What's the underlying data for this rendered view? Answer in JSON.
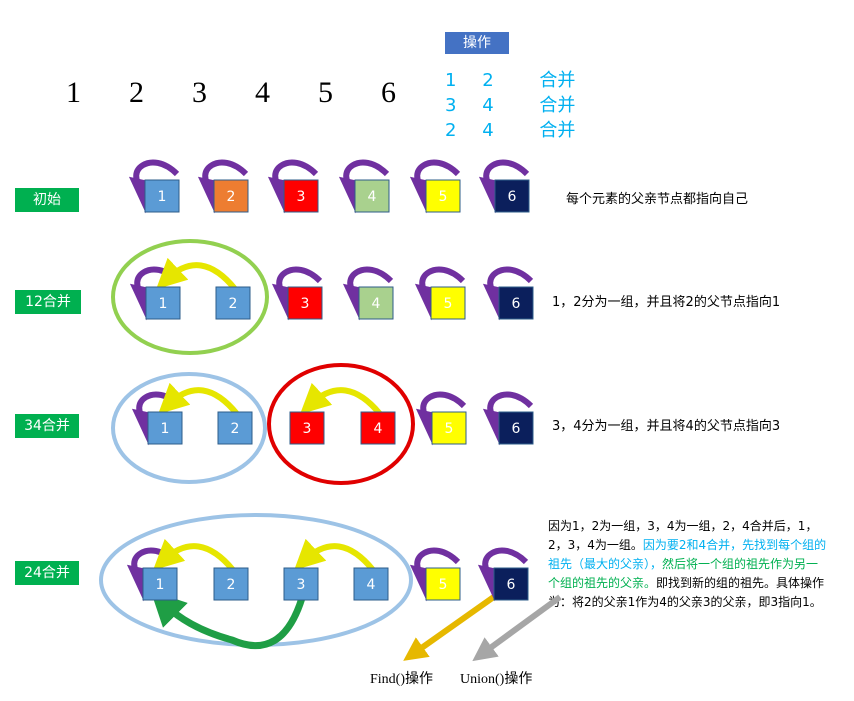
{
  "header_numbers": [
    "1",
    "2",
    "3",
    "4",
    "5",
    "6"
  ],
  "operations": {
    "title": "操作",
    "rows": [
      {
        "a": "1",
        "b": "2",
        "op": "合并"
      },
      {
        "a": "3",
        "b": "4",
        "op": "合并"
      },
      {
        "a": "2",
        "b": "4",
        "op": "合并"
      }
    ]
  },
  "stages": [
    {
      "label": "初始",
      "note": "每个元素的父亲节点都指向自己"
    },
    {
      "label": "12合并",
      "note": "1，2分为一组，并且将2的父节点指向1"
    },
    {
      "label": "34合并",
      "note": "3，4分为一组，并且将4的父节点指向3"
    },
    {
      "label": "24合并",
      "note": ""
    }
  ],
  "node_labels": [
    "1",
    "2",
    "3",
    "4",
    "5",
    "6"
  ],
  "colors": {
    "blue": "#5b9bd5",
    "orange": "#ed7d31",
    "red": "#ff0000",
    "green": "#a9d18e",
    "yellow": "#ffff00",
    "navy": "#0b1f5c",
    "purple": "#7030a0",
    "arrow_yellow": "#e6e600",
    "green_arrow": "#1f9e45",
    "ring_green": "#92d050",
    "ring_blue": "#9dc3e6",
    "ring_red": "#e00000",
    "find_arrow": "#e6b800",
    "union_arrow": "#a6a6a6"
  },
  "stage4_desc": {
    "part1": "因为1，2为一组，3，4为一组，2，4合并后，1，2，3，4为一组。",
    "part2": "因为要2和4合并，先找到每个组的祖先（最大的父亲），",
    "part3": "然后将一个组的祖先作为另一个组的祖先的父亲。",
    "part4": "即找到新的组的祖先。具体操作为：将2的父亲1作为4的父亲3的父亲，即3指向1。"
  },
  "captions": {
    "find": "Find()操作",
    "union": "Union()操作"
  }
}
